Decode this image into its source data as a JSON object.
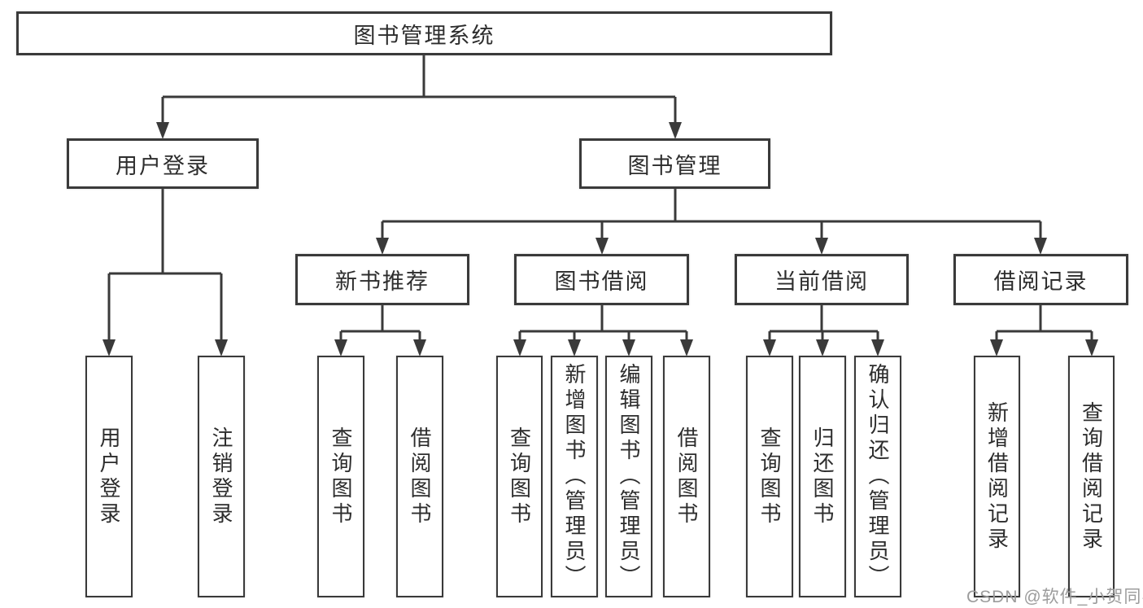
{
  "diagram": {
    "root": {
      "label": "图书管理系统"
    },
    "branches": [
      {
        "label": "用户登录",
        "children": [
          {
            "label": "用户登录"
          },
          {
            "label": "注销登录"
          }
        ]
      },
      {
        "label": "图书管理",
        "children": [
          {
            "label": "新书推荐",
            "children": [
              {
                "label": "查询图书"
              },
              {
                "label": "借阅图书"
              }
            ]
          },
          {
            "label": "图书借阅",
            "children": [
              {
                "label": "查询图书"
              },
              {
                "label": "新增图书（管理员）"
              },
              {
                "label": "编辑图书（管理员）"
              },
              {
                "label": "借阅图书"
              }
            ]
          },
          {
            "label": "当前借阅",
            "children": [
              {
                "label": "查询图书"
              },
              {
                "label": "归还图书"
              },
              {
                "label": "确认归还（管理员）"
              }
            ]
          },
          {
            "label": "借阅记录",
            "children": [
              {
                "label": "新增借阅记录"
              },
              {
                "label": "查询借阅记录"
              }
            ]
          }
        ]
      }
    ]
  },
  "watermark": {
    "text": "CSDN @软件_小贺同学"
  },
  "colors": {
    "line": "#3a3a3a",
    "text": "#2d2d2d",
    "watermark": "#9c9c9c",
    "background": "#ffffff"
  }
}
